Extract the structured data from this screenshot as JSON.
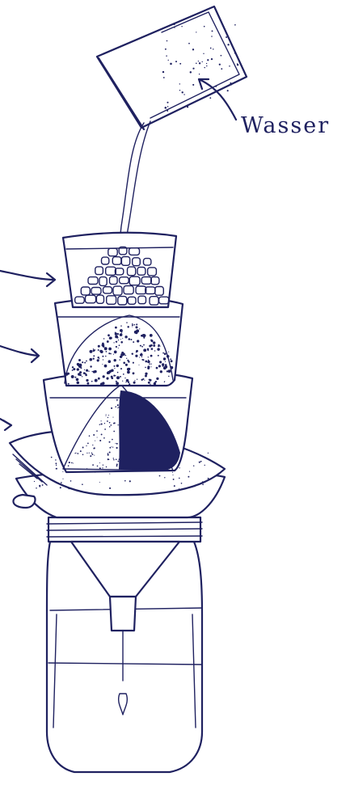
{
  "labels": {
    "water": "Wasser"
  },
  "colors": {
    "ink": "#1f2160",
    "paper": "#ffffff"
  },
  "icons": [
    "water-glass",
    "gravel-layer",
    "sand-layer",
    "charcoal-layer",
    "coffee-filter",
    "funnel",
    "mason-jar",
    "pointer-arrow"
  ]
}
